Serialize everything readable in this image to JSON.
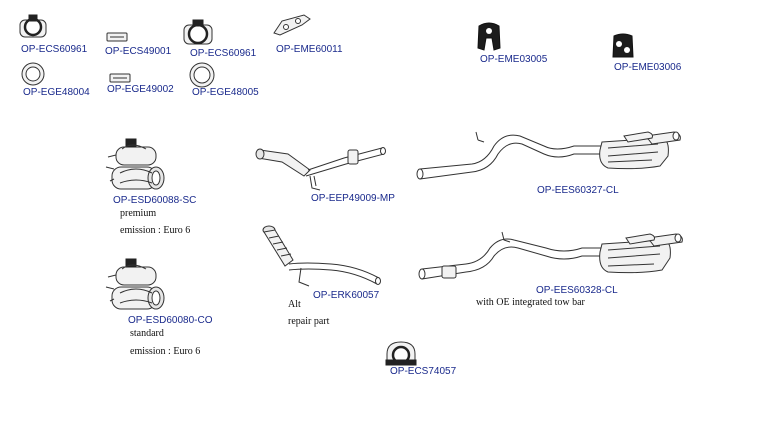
{
  "parts": {
    "ecs60961_a": "OP-ECS60961",
    "ecs49001": "OP-ECS49001",
    "ecs60961_b": "OP-ECS60961",
    "eme60011": "OP-EME60011",
    "eme03005": "OP-EME03005",
    "eme03006": "OP-EME03006",
    "ege48004": "OP-EGE48004",
    "ege49002": "OP-EGE49002",
    "ege48005": "OP-EGE48005",
    "esd60088": "OP-ESD60088-SC",
    "eep49009": "OP-EEP49009-MP",
    "ees60327": "OP-EES60327-CL",
    "esd60080": "OP-ESD60080-CO",
    "erk60057": "OP-ERK60057",
    "ees60328": "OP-EES60328-CL",
    "ecs74057": "OP-ECS74057"
  },
  "notes": {
    "esd60088_line1": "premium",
    "esd60088_line2": "emission : Euro 6",
    "esd60080_line1": "standard",
    "esd60080_line2": "emission : Euro 6",
    "erk60057_line1": "Alt",
    "erk60057_line2": "repair part",
    "ees60328_line1": "with OE integrated tow bar"
  }
}
